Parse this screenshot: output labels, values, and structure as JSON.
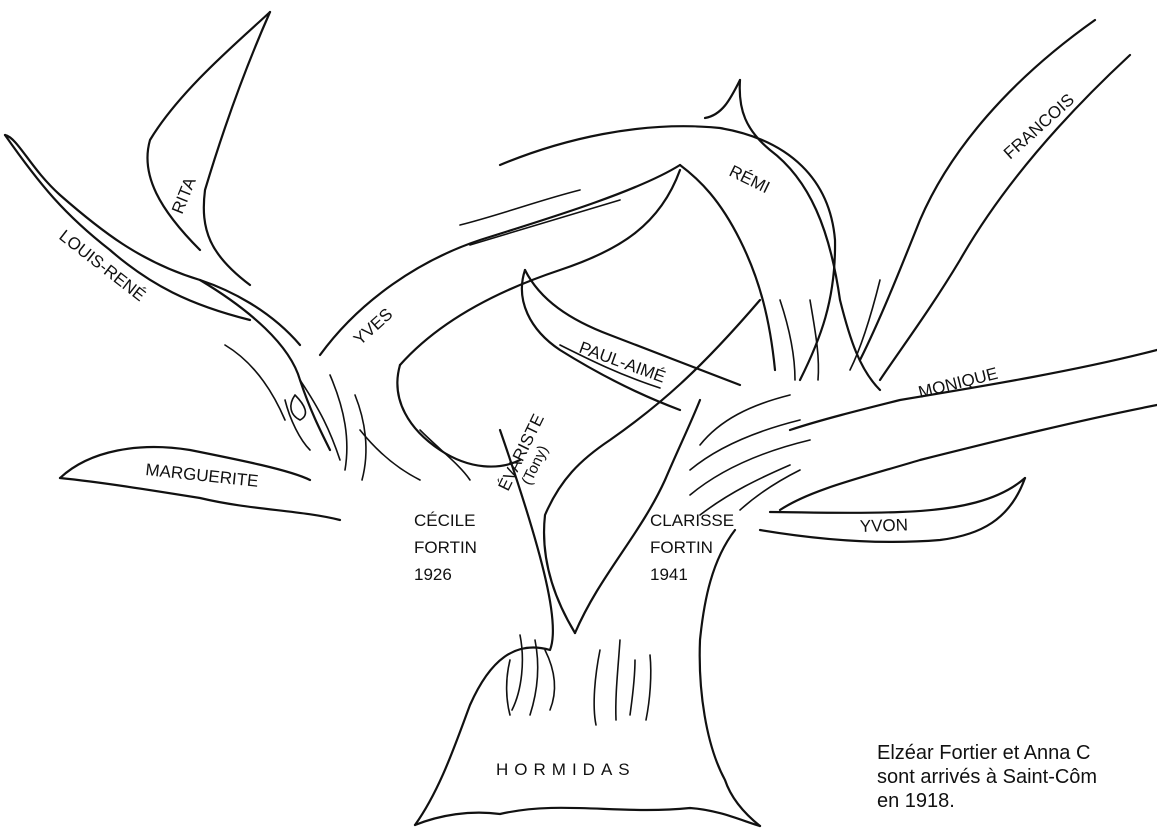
{
  "tree": {
    "root": "HORMIDAS",
    "left_parent": {
      "name": "CÉCILE",
      "surname": "FORTIN",
      "year": "1926"
    },
    "right_parent": {
      "name": "CLARISSE",
      "surname": "FORTIN",
      "year": "1941"
    },
    "branches": [
      {
        "id": "rita",
        "label": "RITA"
      },
      {
        "id": "louis-rene",
        "label": "LOUIS-RENÉ"
      },
      {
        "id": "yves",
        "label": "YVES"
      },
      {
        "id": "marguerite",
        "label": "MARGUERITE"
      },
      {
        "id": "evariste",
        "label": "ÉVARISTE",
        "note": "(Tony)"
      },
      {
        "id": "paul-aime",
        "label": "PAUL-AIMÉ"
      },
      {
        "id": "remi",
        "label": "RÉMI"
      },
      {
        "id": "francois",
        "label": "FRANCOIS"
      },
      {
        "id": "monique",
        "label": "MONIQUE"
      },
      {
        "id": "yvon",
        "label": "YVON"
      }
    ]
  },
  "caption": {
    "line1": "Elzéar Fortier et Anna C",
    "line2": "sont arrivés à Saint-Côm",
    "line3": "en 1918."
  }
}
